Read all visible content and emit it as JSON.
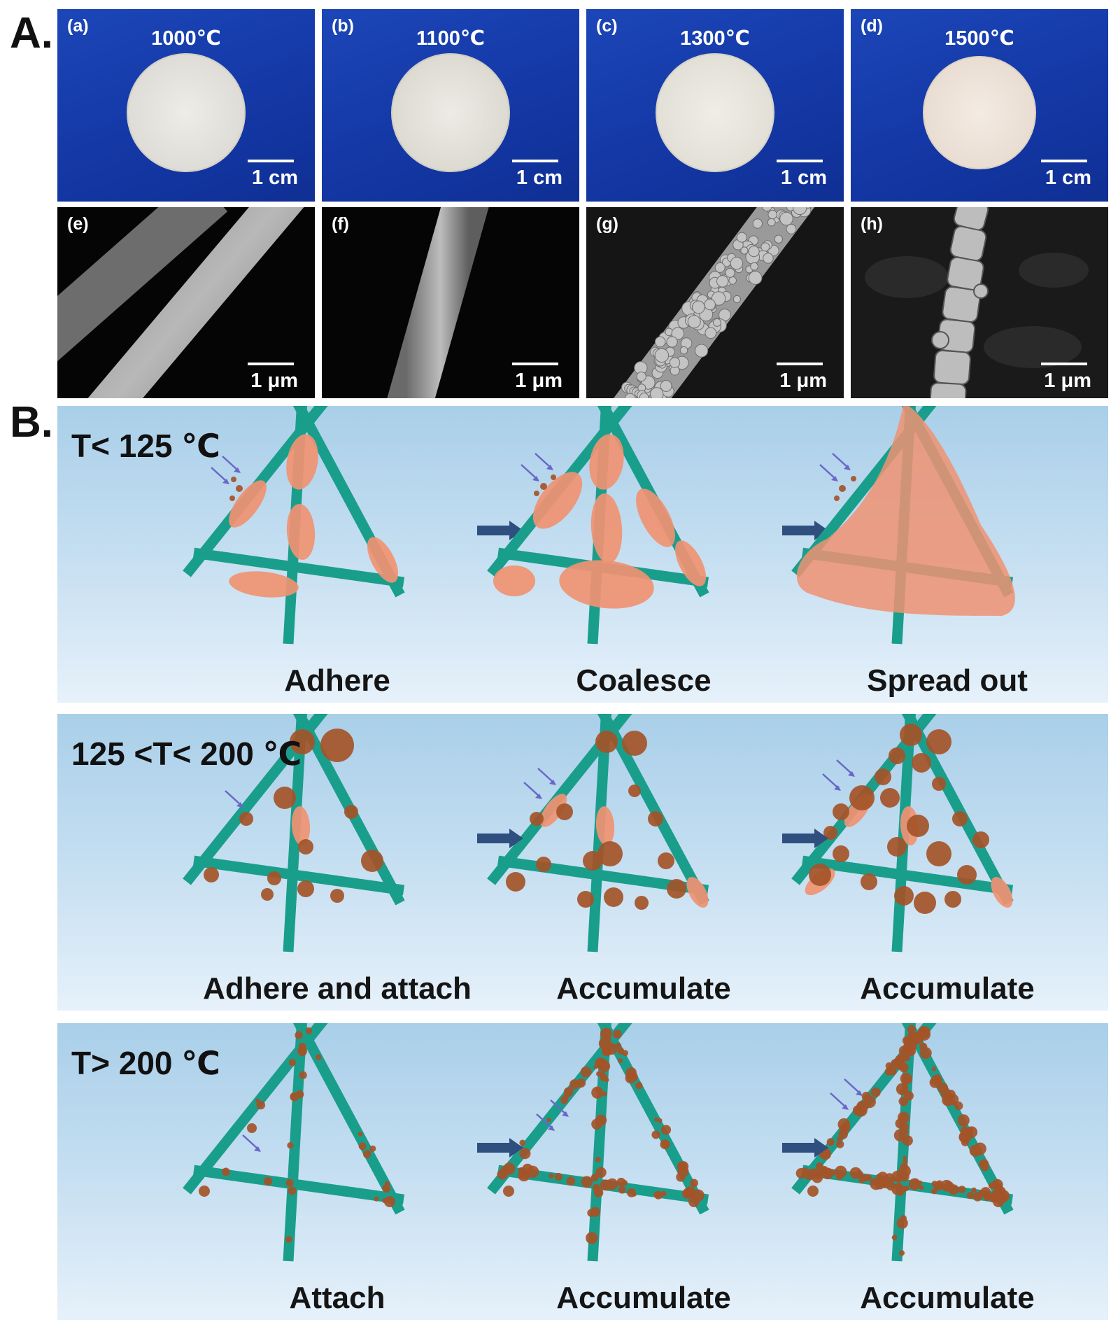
{
  "labels": {
    "section_a": "A.",
    "section_b": "B."
  },
  "photos": [
    {
      "tag": "(a)",
      "temp": "1000℃",
      "scale": "1 cm",
      "disc_color": "#e9e7e2"
    },
    {
      "tag": "(b)",
      "temp": "1100℃",
      "scale": "1 cm",
      "disc_color": "#e7e5dd"
    },
    {
      "tag": "(c)",
      "temp": "1300℃",
      "scale": "1 cm",
      "disc_color": "#ebe9e0"
    },
    {
      "tag": "(d)",
      "temp": "1500℃",
      "scale": "1 cm",
      "disc_color": "#f1e6dc"
    }
  ],
  "sem": [
    {
      "tag": "(e)",
      "scale": "1 μm",
      "texture": "smooth-double-fiber"
    },
    {
      "tag": "(f)",
      "scale": "1 μm",
      "texture": "smooth-fiber"
    },
    {
      "tag": "(g)",
      "scale": "1 μm",
      "texture": "granular-fiber"
    },
    {
      "tag": "(h)",
      "scale": "1 μm",
      "texture": "large-grain-fiber"
    }
  ],
  "mechanism_rows": [
    {
      "title": "T< 125 ℃",
      "steps": [
        "Adhere",
        "Coalesce",
        "Spread out"
      ]
    },
    {
      "title": "125 <T< 200 ℃",
      "steps": [
        "Adhere and attach",
        "Accumulate",
        "Accumulate"
      ]
    },
    {
      "title": "T> 200 ℃",
      "steps": [
        "Attach",
        "Accumulate",
        "Accumulate"
      ]
    }
  ],
  "colors": {
    "fiber": "#1a9e8c",
    "droplet_liquid": "#f09272",
    "particle_solid": "#a45428",
    "arrow_process": "#2f4f7f",
    "arrow_incoming": "#6a67c8",
    "panel_top": "#a9cfe9",
    "panel_bottom": "#e6f1fa",
    "photo_background": "#1840ad"
  }
}
